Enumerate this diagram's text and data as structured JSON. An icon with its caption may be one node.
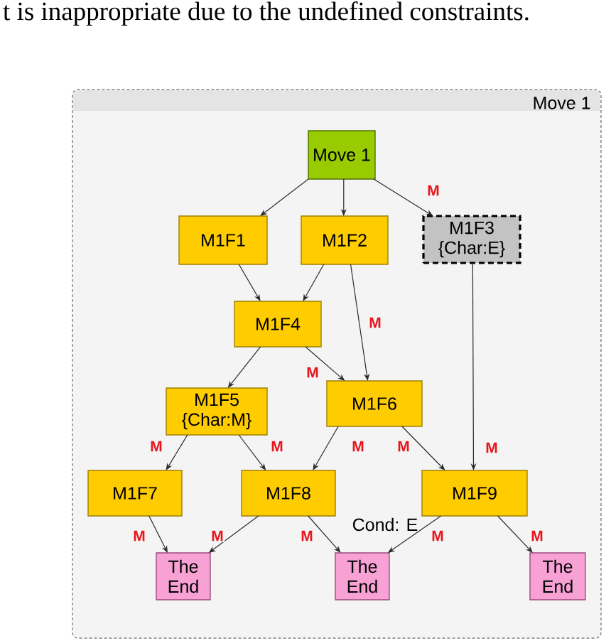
{
  "diagram": {
    "nodes": [
      {
        "text": [
          "Move 1"
        ]
      },
      {
        "text": [
          "Move 1"
        ],
        "in": 0
      },
      {
        "text": [
          "M1F1"
        ],
        "in": 0
      },
      {
        "text": [
          "M1F2"
        ],
        "in": 0
      },
      {
        "text": [
          "M1F3",
          "{Char:E}"
        ],
        "in": 0
      },
      {
        "text": [
          "M1F4"
        ],
        "in": 0
      },
      {
        "text": [
          "M1F5",
          "{Char:M}"
        ],
        "in": 0
      },
      {
        "text": [
          "M1F6"
        ],
        "in": 0
      },
      {
        "text": [
          "M1F7"
        ],
        "in": 0
      },
      {
        "text": [
          "M1F8"
        ],
        "in": 0
      },
      {
        "text": [
          "M1F9"
        ],
        "in": 0
      },
      {
        "text": [
          "The End"
        ],
        "in": 0
      },
      {
        "text": [
          "The End"
        ],
        "in": 0
      },
      {
        "text": [
          "The End"
        ],
        "in": 0
      }
    ],
    "edges": [
      {
        "from": 1,
        "to": 2,
        "arrow": "to"
      },
      {
        "from": 1,
        "to": 3,
        "arrow": "to"
      },
      {
        "from": 1,
        "to": 4,
        "arrow": "to",
        "label": "M"
      },
      {
        "from": 2,
        "to": 5,
        "arrow": "to"
      },
      {
        "from": 3,
        "to": 5,
        "arrow": "to"
      },
      {
        "from": 3,
        "to": 7,
        "arrow": "to",
        "label": "M"
      },
      {
        "from": 4,
        "to": 10,
        "arrow": "to",
        "label": "M"
      },
      {
        "from": 5,
        "to": 6,
        "arrow": "to"
      },
      {
        "from": 5,
        "to": 7,
        "arrow": "to",
        "label": "M"
      },
      {
        "from": 6,
        "to": 8,
        "arrow": "to",
        "label": "M"
      },
      {
        "from": 6,
        "to": 9,
        "arrow": "to",
        "label": "M"
      },
      {
        "from": 7,
        "to": 9,
        "arrow": "to",
        "label": "M"
      },
      {
        "from": 7,
        "to": 10,
        "arrow": "to",
        "label": "M"
      },
      {
        "from": 8,
        "to": 11,
        "arrow": "to",
        "label": "M"
      },
      {
        "from": 9,
        "to": 11,
        "arrow": "to",
        "label": "M"
      },
      {
        "from": 9,
        "to": 12,
        "arrow": "to",
        "label": "M"
      },
      {
        "from": 10,
        "to": 12,
        "arrow": "to",
        "label": "M"
      },
      {
        "from": 10,
        "to": 13,
        "arrow": "to",
        "label": "M"
      }
    ],
    "labels": [
      "t is inappropriate due to the undefined constraints.",
      "Cond: E"
    ]
  }
}
